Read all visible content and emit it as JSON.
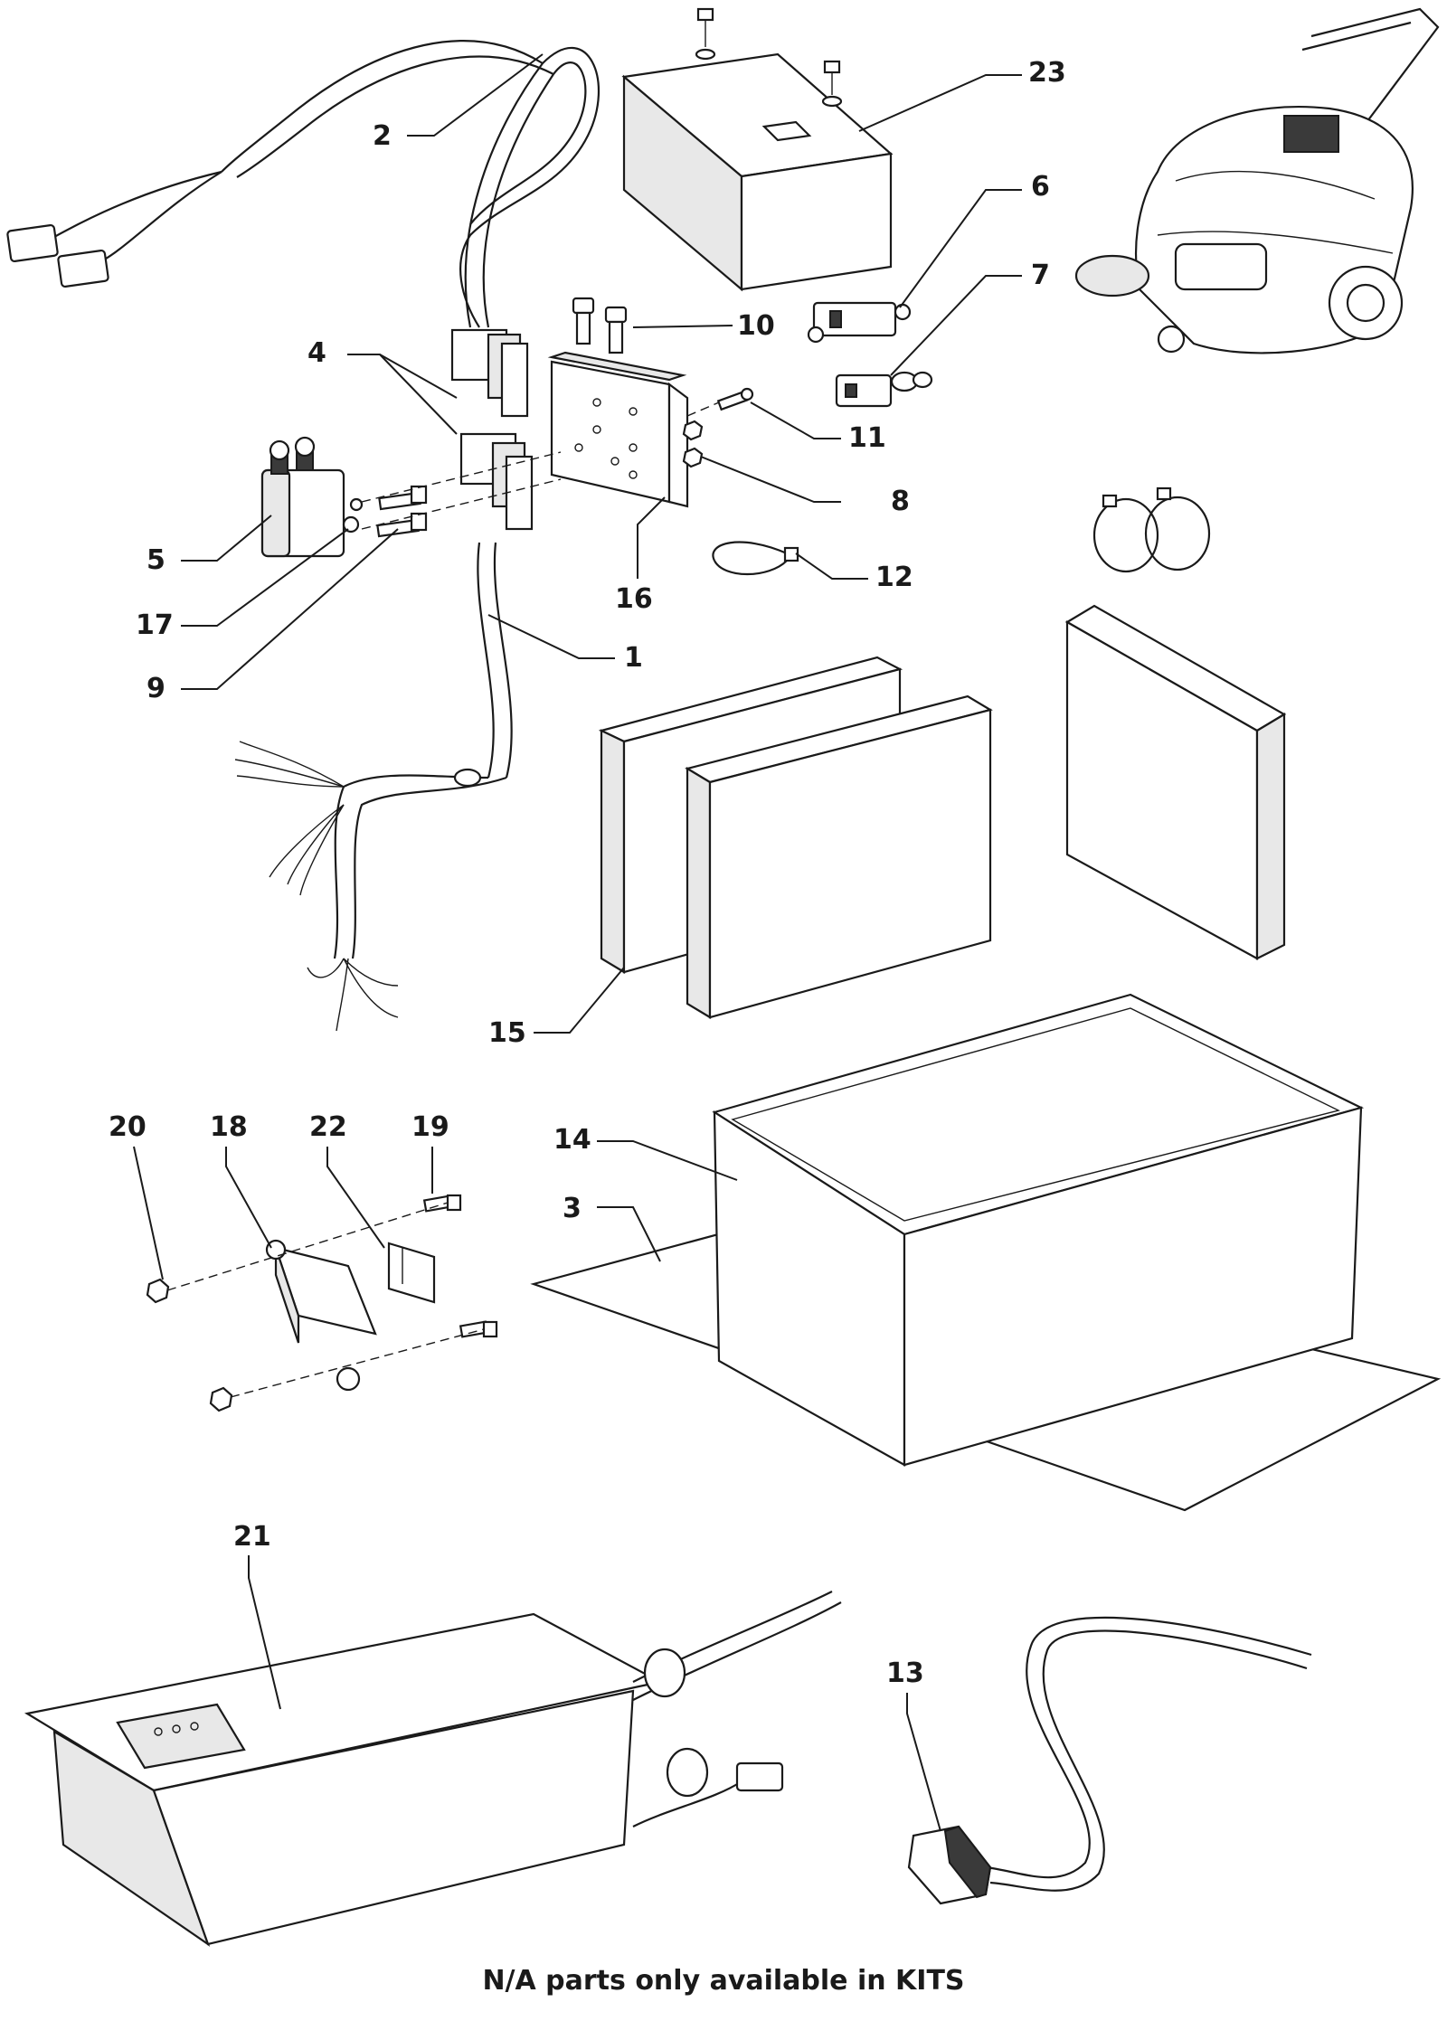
{
  "callouts": [
    "1",
    "2",
    "3",
    "4",
    "5",
    "6",
    "7",
    "8",
    "9",
    "10",
    "11",
    "12",
    "13",
    "14",
    "15",
    "16",
    "17",
    "18",
    "19",
    "20",
    "21",
    "22",
    "23"
  ],
  "footnote": "N/A parts only available in KITS",
  "colors": {
    "line": "#1a1a1a",
    "background": "#ffffff",
    "fill": "#e8e8e8"
  }
}
